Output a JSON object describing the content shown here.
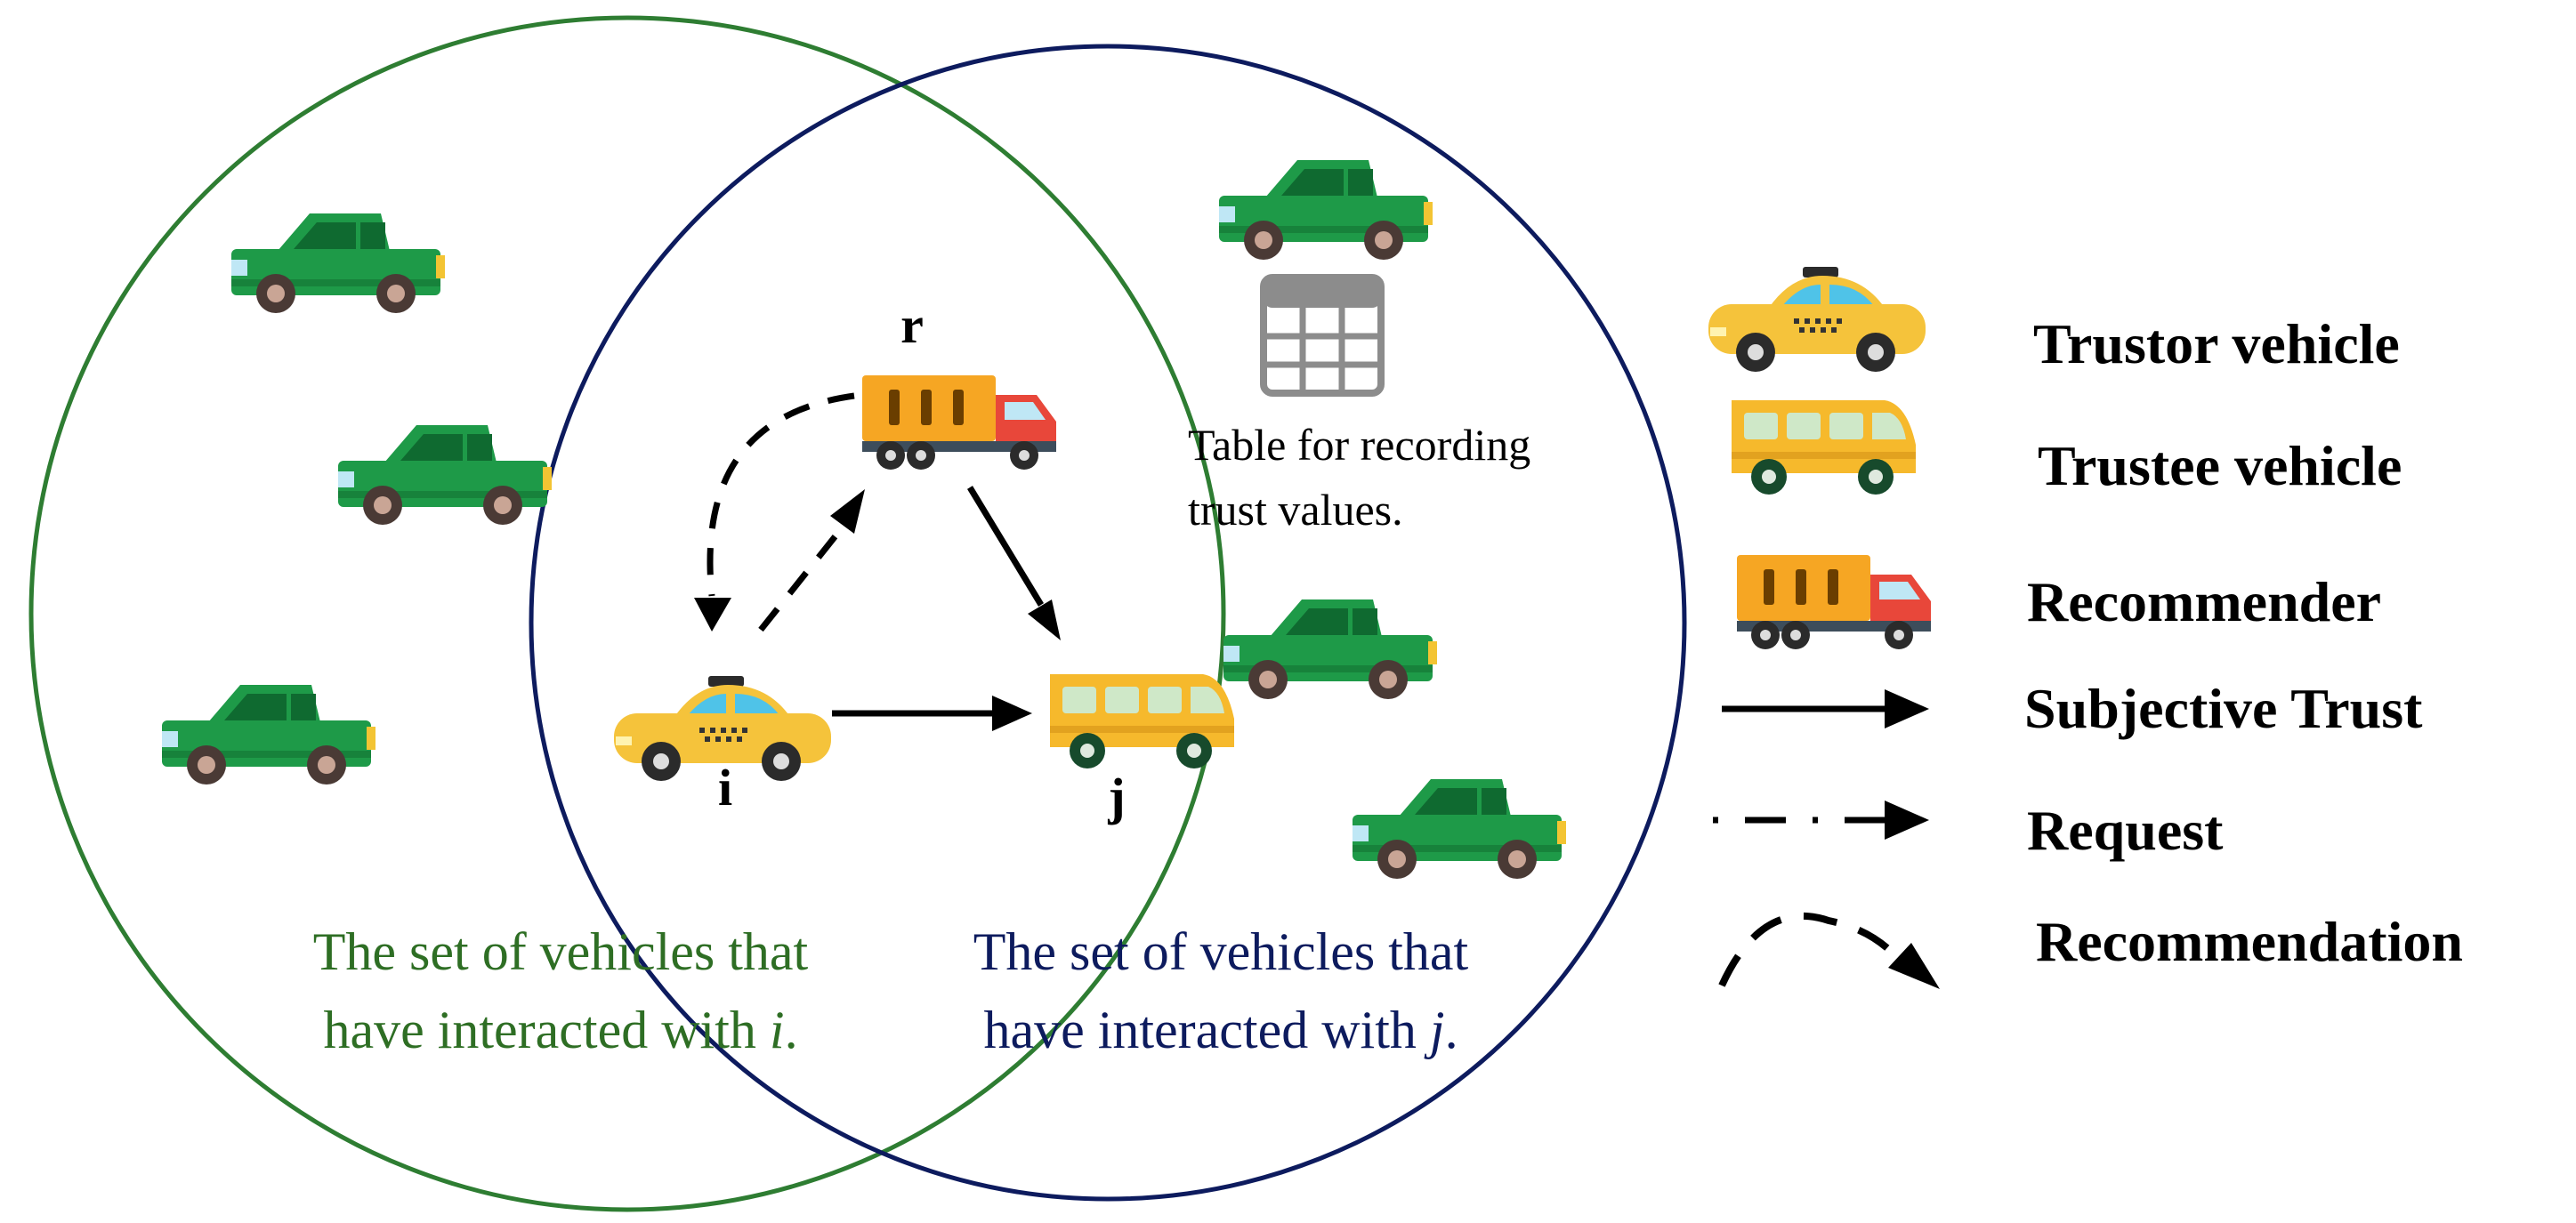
{
  "diagram": {
    "node_labels": {
      "recommender": "r",
      "trustor": "i",
      "trustee": "j"
    },
    "table_caption": [
      "Table for recording",
      "trust values."
    ],
    "set_i_caption": {
      "line1": "The set of vehicles that",
      "line2_prefix": "have interacted with ",
      "line2_var": "i",
      "line2_suffix": "."
    },
    "set_j_caption": {
      "line1": "The set of vehicles that",
      "line2_prefix": "have interacted with ",
      "line2_var": "j",
      "line2_suffix": "."
    }
  },
  "legend": {
    "trustor": "Trustor vehicle",
    "trustee": "Trustee vehicle",
    "recommender": "Recommender",
    "subjective_trust": "Subjective Trust",
    "request": "Request",
    "recommendation": "Recommendation"
  },
  "colors": {
    "circle_i": "#2e7d32",
    "circle_j": "#0d1b5e",
    "car_body": "#1e9a48",
    "car_dark": "#0f6a30",
    "taxi_body": "#f5c33b",
    "bus_body": "#f6b92c",
    "truck_box": "#f6a623",
    "truck_cab": "#e8473a",
    "arrow": "#000000"
  },
  "icons": {
    "car": "green-car-icon",
    "taxi": "taxi-icon",
    "bus": "minibus-icon",
    "truck": "truck-icon",
    "table": "table-icon"
  }
}
